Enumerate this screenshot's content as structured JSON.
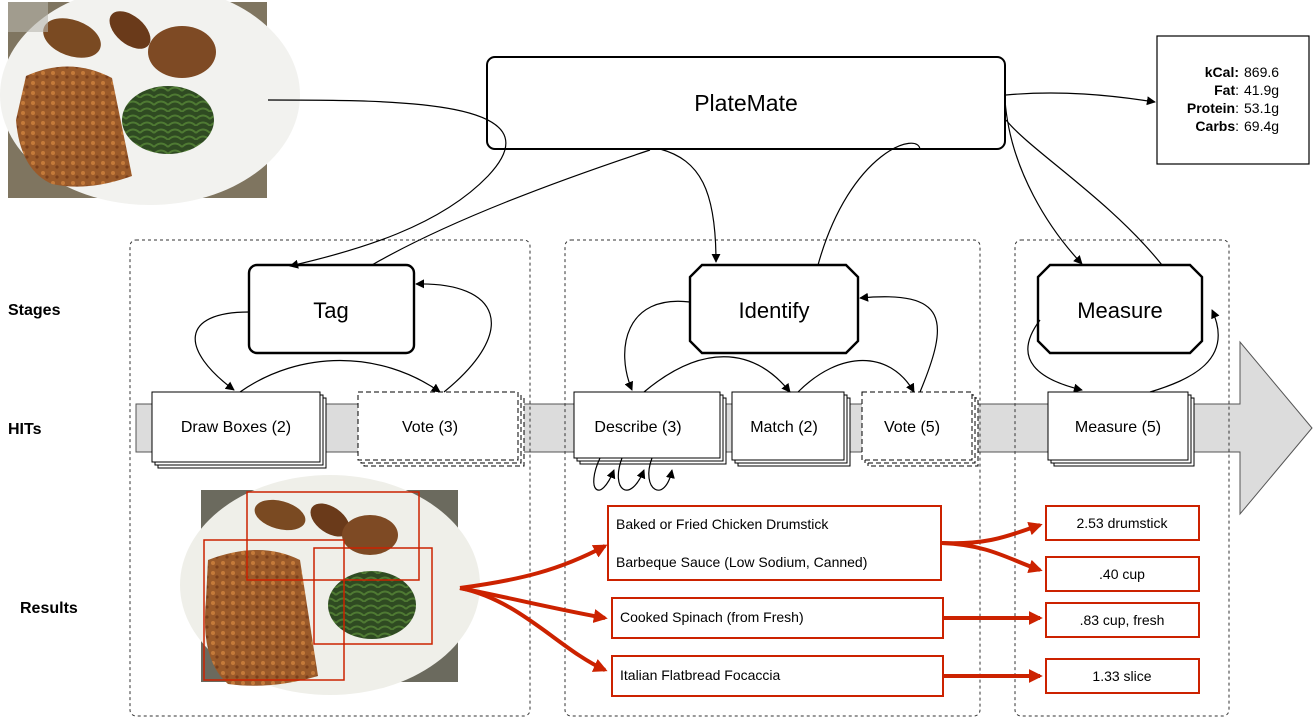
{
  "main_node": "PlateMate",
  "nutrition": [
    {
      "label": "kCal:",
      "value": "869.6"
    },
    {
      "label": "Fat",
      "sep": ":",
      "value": "41.9g"
    },
    {
      "label": "Protein",
      "sep": ":",
      "value": "53.1g"
    },
    {
      "label": "Carbs",
      "sep": ":",
      "value": "69.4g"
    }
  ],
  "row_labels": {
    "stages": "Stages",
    "hits": "HITs",
    "results": "Results"
  },
  "stages": {
    "tag": "Tag",
    "identify": "Identify",
    "measure": "Measure"
  },
  "hits": {
    "draw_boxes": "Draw Boxes (2)",
    "vote_tag": "Vote (3)",
    "describe": "Describe (3)",
    "match": "Match (2)",
    "vote_identify": "Vote (5)",
    "measure": "Measure (5)"
  },
  "results": {
    "foods": {
      "drumstick": "Baked or Fried Chicken Drumstick",
      "bbq": "Barbeque Sauce (Low Sodium, Canned)",
      "spinach": "Cooked Spinach (from Fresh)",
      "focaccia": "Italian Flatbread Focaccia"
    },
    "amounts": {
      "drumstick": "2.53 drumstick",
      "bbq": ".40 cup",
      "spinach": ".83 cup, fresh",
      "focaccia": "1.33 slice"
    }
  },
  "colors": {
    "result_red": "#cc2200",
    "arrow_gray": "#dcdcdc",
    "box_fill": "#ffffff"
  }
}
